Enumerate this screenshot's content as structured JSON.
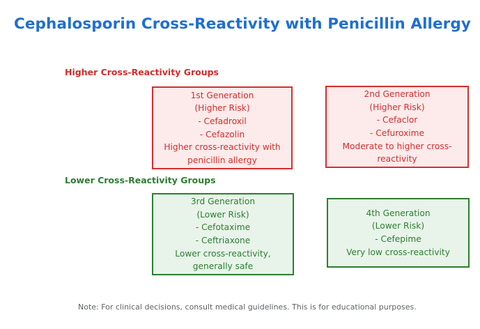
{
  "page": {
    "title": "Cephalosporin Cross-Reactivity with Penicillin Allergy",
    "background_color": "#ffffff",
    "title_color": "#1f6fd0"
  },
  "sections": {
    "higher": {
      "label": "Higher Cross-Reactivity Groups",
      "color": "#d02d2d",
      "border_color": "#d32f2f",
      "fill_color": "#fdeaea"
    },
    "lower": {
      "label": "Lower Cross-Reactivity Groups",
      "color": "#2e7d32",
      "border_color": "#2e7d32",
      "fill_color": "#e8f4e9"
    }
  },
  "boxes": [
    {
      "id": "gen1",
      "generation": "1st Generation",
      "risk": "(Higher Risk)",
      "drugs": [
        "- Cefadroxil",
        "- Cefazolin"
      ],
      "note": "Higher cross-reactivity with penicillin allergy",
      "group": "higher"
    },
    {
      "id": "gen2",
      "generation": "2nd Generation",
      "risk": "(Higher Risk)",
      "drugs": [
        "- Cefaclor",
        "- Cefuroxime"
      ],
      "note": "Moderate to higher cross-reactivity",
      "group": "higher"
    },
    {
      "id": "gen3",
      "generation": "3rd Generation",
      "risk": "(Lower Risk)",
      "drugs": [
        "- Cefotaxime",
        "- Ceftriaxone"
      ],
      "note": "Lower cross-reactivity, generally safe",
      "group": "lower"
    },
    {
      "id": "gen4",
      "generation": "4th Generation",
      "risk": "(Lower Risk)",
      "drugs": [
        "- Cefepime"
      ],
      "note": "Very low cross-reactivity",
      "group": "lower"
    }
  ],
  "footer": {
    "note": "Note: For clinical decisions, consult medical guidelines. This is for educational purposes.",
    "color": "#5f6368"
  }
}
